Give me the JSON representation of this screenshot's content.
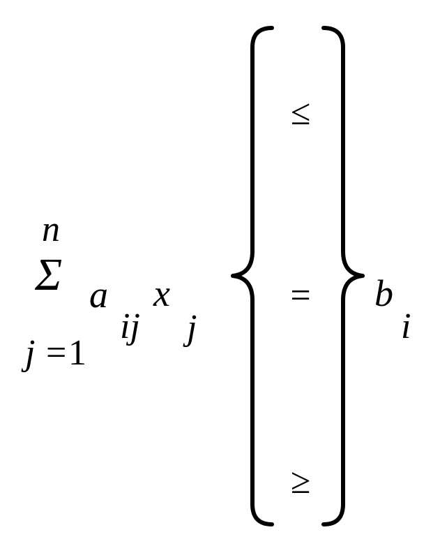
{
  "formula": {
    "sum_symbol": "Σ",
    "sum_upper": "n",
    "sum_lower_var": "j",
    "sum_lower_eq": "=",
    "sum_lower_val": "1",
    "coef": "a",
    "coef_sub": "ij",
    "var": "x",
    "var_sub": "j",
    "relations": [
      "≤",
      "=",
      "≥"
    ],
    "rhs": "b",
    "rhs_sub": "i"
  }
}
